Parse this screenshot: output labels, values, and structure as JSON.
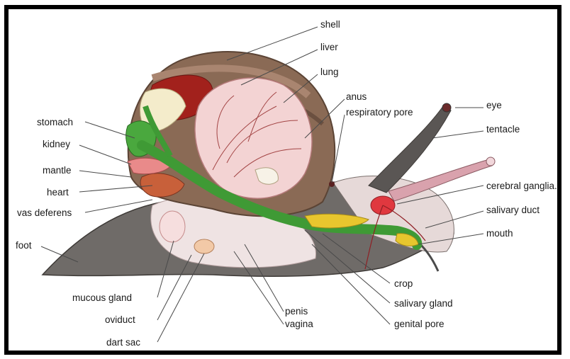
{
  "diagram": {
    "labels": {
      "shell": "shell",
      "liver": "liver",
      "lung": "lung",
      "anus": "anus",
      "respiratory_pore": "respiratory pore",
      "eye": "eye",
      "tentacle": "tentacle",
      "stomach": "stomach",
      "kidney": "kidney",
      "mantle": "mantle",
      "heart": "heart",
      "vas_deferens": "vas deferens",
      "cerebral_ganglia": "cerebral ganglia.",
      "salivary_duct": "salivary duct",
      "mouth": "mouth",
      "foot": "foot",
      "crop": "crop",
      "salivary_gland": "salivary gland",
      "genital_pore": "genital pore",
      "penis": "penis",
      "vagina": "vagina",
      "mucous_gland": "mucous gland",
      "oviduct": "oviduct",
      "dart_sac": "dart sac"
    },
    "colors": {
      "frame": "#000000",
      "body": "#6f6b68",
      "shell": "#8a6a55",
      "liver": "#a2211c",
      "lung": "#f3d3d3",
      "gut": "#3f9a35",
      "gland": "#e8c62e",
      "reproductive": "#efe3e3",
      "ganglia": "#e0383f"
    }
  }
}
